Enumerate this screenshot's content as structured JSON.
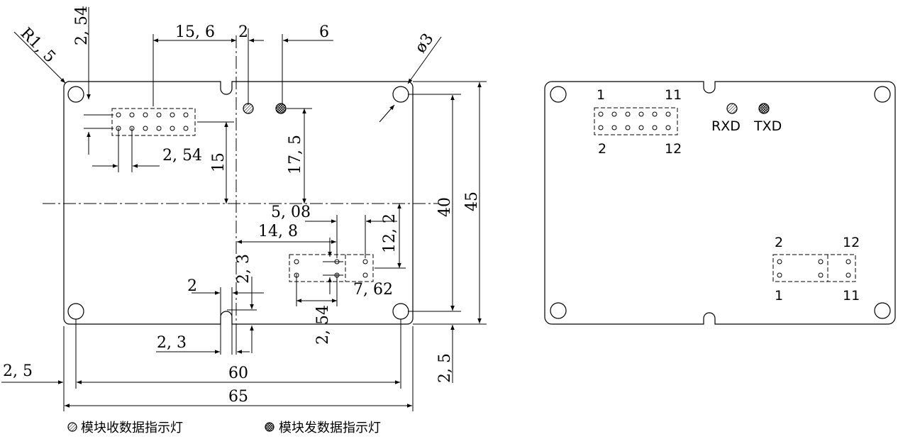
{
  "left_view": {
    "corner_radius": "R1, 5",
    "hole_diameter": "ø3",
    "dims": {
      "pitch_top": "2, 54",
      "header_offset": "15, 6",
      "gap_2": "2",
      "led_spacing": "6",
      "pitch_header": "2, 54",
      "header_drop": "15",
      "led_drop": "17, 5",
      "small_header_pitch": "5, 08",
      "small_header_offset": "14, 8",
      "small_header_height": "12, 2",
      "notch_depth": "2, 3",
      "notch_width": "2",
      "small_pitch": "7, 62",
      "small_pitch_v": "2, 54",
      "notch_offset": "2, 3",
      "hole_inset": "2, 5",
      "hole_span": "60",
      "board_width": "65",
      "hole_span_v": "40",
      "board_height": "45",
      "hole_inset_v": "2, 5"
    }
  },
  "right_view": {
    "big_header": {
      "pin_tl": "1",
      "pin_tr": "11",
      "pin_bl": "2",
      "pin_br": "12"
    },
    "leds": {
      "rxd": "RXD",
      "txd": "TXD"
    },
    "small_header": {
      "pin_tl": "2",
      "pin_tr": "12",
      "pin_bl": "1",
      "pin_br": "11"
    }
  },
  "legend": {
    "rx_label": "模块收数据指示灯",
    "tx_label": "模块发数据指示灯"
  }
}
